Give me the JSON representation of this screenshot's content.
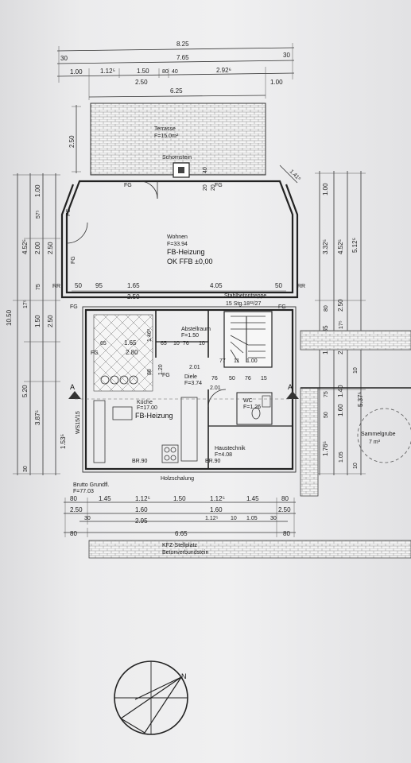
{
  "top_dims": {
    "overall": "8.25",
    "row2_left": "30",
    "row2_mid": "7.65",
    "row2_right": "30",
    "row3": [
      "1.00",
      "1.12⁵",
      "1.50",
      "80",
      "40",
      "2.92⁶"
    ],
    "row3_b": [
      "2.50",
      "1.00"
    ],
    "row4": "6.25"
  },
  "left_dims": {
    "outer": "10.50",
    "upper": [
      "1.00",
      "4.52⁵",
      "2.00",
      "57⁵",
      "2.50",
      "75",
      "17⁵"
    ],
    "lower": [
      "5.20",
      "3.87⁵",
      "1.50",
      "2.50",
      "1.53⁵",
      "30"
    ],
    "terrace": "2.50"
  },
  "right_dims": {
    "upper": [
      "1.00",
      "3.32⁵",
      "4.52⁵",
      "5.12⁵"
    ],
    "lower": [
      "80",
      "2.50",
      "1.35",
      "17⁵",
      "1.01",
      "2.25",
      "1.40",
      "55",
      "10",
      "75",
      "1.60",
      "5.37⁵",
      "50",
      "1.76⁵",
      "1.05",
      "10"
    ]
  },
  "bottom_dims": {
    "row1": [
      "80",
      "1.45",
      "1.12⁵",
      "1.50",
      "1.12⁵",
      "1.45",
      "80"
    ],
    "row2": [
      "2.50",
      "1.60",
      "1.60",
      "2.50"
    ],
    "row3": [
      "30",
      "2.95",
      "1.12⁵",
      "10",
      "1.05",
      "30"
    ],
    "row4": [
      "80",
      "6.65",
      "80"
    ]
  },
  "rooms": {
    "terrace": {
      "name": "Terrasse",
      "area": "F=15.0m²"
    },
    "chimney": "Schornstein",
    "living": {
      "name": "Wohnen",
      "area": "F=33.94",
      "heating": "FB-Heizung",
      "level": "OK FFB ±0,00"
    },
    "stairs": {
      "name": "Stahlbetontreppe",
      "spec": "15 Stg.18³²/27"
    },
    "storage": {
      "name": "Abstellraum",
      "area": "F=1.50"
    },
    "hall": {
      "name": "Diele",
      "area": "F=3.74"
    },
    "kitchen": {
      "name": "Küche",
      "area": "F=17.00",
      "heating": "FB-Heizung"
    },
    "wc": {
      "name": "WC",
      "area": "F=1.26"
    },
    "utility": {
      "name": "Haustechnik",
      "area": "F=4.08"
    },
    "gross": {
      "name": "Brutto Grundfl.",
      "area": "F=77.03"
    },
    "cesspit": {
      "name": "Sammelgrube",
      "volume": "7 m³"
    },
    "parking": {
      "name": "KFZ-Stellplatz",
      "surface": "Betonverbundstein"
    },
    "formwork": "Holzschalung"
  },
  "labels": {
    "fg": "FG",
    "rr": "RR",
    "br90": "BR.90",
    "ws": "WS15/15",
    "section": "A",
    "north": "N",
    "diag_dim": "1.41⁶"
  },
  "inner_dims": {
    "living_row": [
      "50",
      "95",
      "1.65",
      "4.05",
      "50"
    ],
    "living_row2": "2.50",
    "terrace_small": [
      "40",
      "20",
      "20"
    ],
    "kitchen_row": [
      "65",
      "1.65",
      "2.80",
      "65",
      "10",
      "76",
      "10"
    ],
    "hall_row": [
      "77",
      "11",
      "1.00",
      "2.01",
      "76",
      "50",
      "76",
      "15",
      "2.01"
    ],
    "vertical_mid": [
      "1.46³",
      "1.20",
      "88"
    ]
  }
}
